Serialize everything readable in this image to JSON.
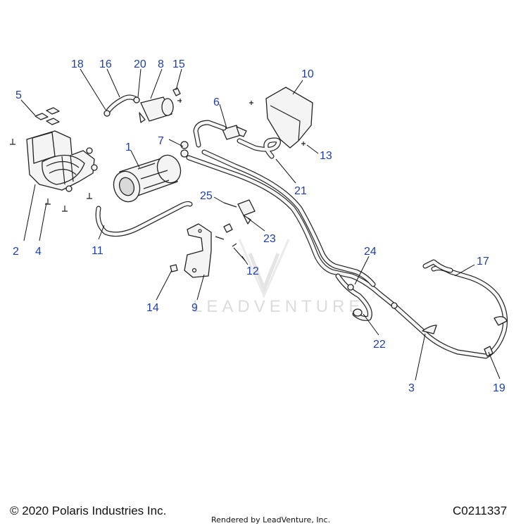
{
  "callouts": [
    "1",
    "2",
    "3",
    "4",
    "5",
    "6",
    "7",
    "8",
    "9",
    "10",
    "11",
    "12",
    "13",
    "14",
    "15",
    "16",
    "17",
    "18",
    "19",
    "20",
    "21",
    "22",
    "23",
    "24",
    "25"
  ],
  "watermark": "LEADVENTURE",
  "footer": {
    "copyright": "© 2020 Polaris Industries Inc.",
    "rendered_by": "Rendered by LeadVenture, Inc.",
    "diagram_code": "C0211337"
  },
  "colors": {
    "callout": "#1f3fa6",
    "line": "#222222",
    "watermark": "#dcdcdc"
  }
}
